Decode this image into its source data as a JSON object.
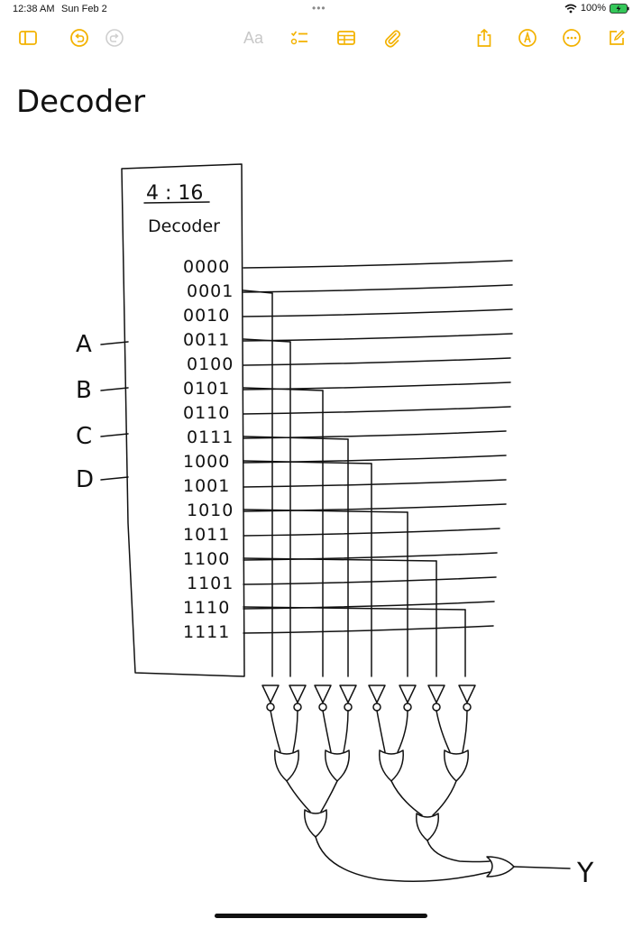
{
  "status": {
    "time": "12:38 AM",
    "date": "Sun Feb 2",
    "battery": "100%",
    "icons": [
      "wifi-icon",
      "battery-charging-icon"
    ]
  },
  "toolbar": {
    "accent": "#f3b200",
    "format_label": "Aa",
    "icons": [
      "sidebar-icon",
      "undo-icon",
      "redo-icon",
      "checklist-icon",
      "table-icon",
      "attachment-icon",
      "share-icon",
      "markup-icon",
      "more-icon",
      "compose-icon"
    ]
  },
  "note": {
    "title": "Decoder",
    "block_title": "4 : 16",
    "block_subtitle": "Decoder",
    "inputs": [
      "A",
      "B",
      "C",
      "D"
    ],
    "outputs": [
      "0000",
      "0001",
      "0010",
      "0011",
      "0100",
      "0101",
      "0110",
      "0111",
      "1000",
      "1001",
      "1010",
      "1011",
      "1100",
      "1101",
      "1110",
      "1111"
    ],
    "output_label": "Y"
  }
}
